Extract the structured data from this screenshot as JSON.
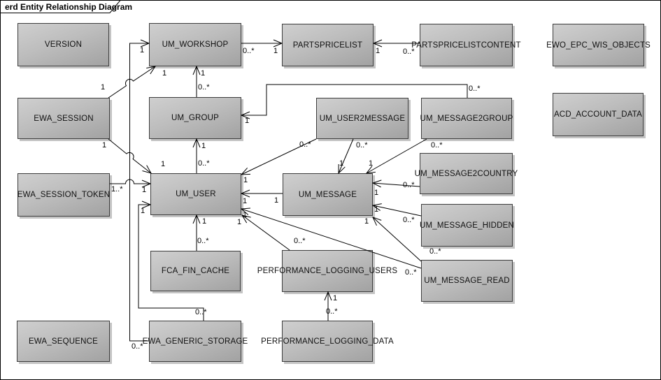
{
  "frame": {
    "title": "erd Entity Relationship Diagram"
  },
  "colors": {
    "background": "#ffffff",
    "entity_fill_light": "#cfcfcf",
    "entity_fill_dark": "#a2a2a2",
    "entity_border": "#3d3d3d",
    "entity_shadow": "#c4c4c4",
    "connector": "#000000",
    "text": "#101010"
  },
  "entities": [
    {
      "id": "version",
      "label": "VERSION"
    },
    {
      "id": "um_workshop",
      "label": "UM_WORKSHOP"
    },
    {
      "id": "partspricelist",
      "label": "PARTSPRICELIST"
    },
    {
      "id": "partspricelistcontent",
      "label": "PARTSPRICELISTCONTENT"
    },
    {
      "id": "ewo_epc_wis_objects",
      "label": "EWO_EPC_WIS_OBJECTS"
    },
    {
      "id": "ewa_session",
      "label": "EWA_SESSION"
    },
    {
      "id": "um_group",
      "label": "UM_GROUP"
    },
    {
      "id": "um_user2message",
      "label": "UM_USER2MESSAGE"
    },
    {
      "id": "um_message2group",
      "label": "UM_MESSAGE2GROUP"
    },
    {
      "id": "acd_account_data",
      "label": "ACD_ACCOUNT_DATA"
    },
    {
      "id": "ewa_session_token",
      "label": "EWA_SESSION_TOKEN"
    },
    {
      "id": "um_user",
      "label": "UM_USER"
    },
    {
      "id": "um_message",
      "label": "UM_MESSAGE"
    },
    {
      "id": "um_message2country",
      "label": "UM_MESSAGE2COUNTRY"
    },
    {
      "id": "um_message_hidden",
      "label": "UM_MESSAGE_HIDDEN"
    },
    {
      "id": "um_message_read",
      "label": "UM_MESSAGE_READ"
    },
    {
      "id": "fca_fin_cache",
      "label": "FCA_FIN_CACHE"
    },
    {
      "id": "performance_logging_users",
      "label": "PERFORMANCE_LOGGING_USERS"
    },
    {
      "id": "ewa_sequence",
      "label": "EWA_SEQUENCE"
    },
    {
      "id": "ewa_generic_storage",
      "label": "EWA_GENERIC_STORAGE"
    },
    {
      "id": "performance_logging_data",
      "label": "PERFORMANCE_LOGGING_DATA"
    }
  ],
  "connectors": [
    {
      "id": "workshop_pricelist",
      "source": "um_workshop",
      "target": "partspricelist",
      "source_mult": "0..*",
      "target_mult": "1"
    },
    {
      "id": "content_pricelist",
      "source": "partspricelistcontent",
      "target": "partspricelist",
      "source_mult": "0..*",
      "target_mult": "1"
    },
    {
      "id": "storage_workshop",
      "source": "ewa_generic_storage",
      "target": "um_workshop",
      "source_mult": "0..*",
      "target_mult": "1"
    },
    {
      "id": "session_workshop",
      "source": "ewa_session",
      "target": "um_workshop",
      "source_mult": "1",
      "target_mult": "1"
    },
    {
      "id": "group_workshop",
      "source": "um_group",
      "target": "um_workshop",
      "source_mult": "0..*",
      "target_mult": "1"
    },
    {
      "id": "m2g_group",
      "source": "um_message2group",
      "target": "um_group",
      "source_mult": "0..*",
      "target_mult": "1"
    },
    {
      "id": "session_user",
      "source": "ewa_session",
      "target": "um_user",
      "source_mult": "1",
      "target_mult": "1"
    },
    {
      "id": "user_group",
      "source": "um_user",
      "target": "um_group",
      "source_mult": "0..*",
      "target_mult": "1"
    },
    {
      "id": "u2m_user",
      "source": "um_user2message",
      "target": "um_user",
      "source_mult": "0..*",
      "target_mult": "1"
    },
    {
      "id": "u2m_message",
      "source": "um_user2message",
      "target": "um_message",
      "source_mult": "0..*",
      "target_mult": "1"
    },
    {
      "id": "m2g_message",
      "source": "um_message2group",
      "target": "um_message",
      "source_mult": "0..*",
      "target_mult": "1"
    },
    {
      "id": "token_user",
      "source": "ewa_session_token",
      "target": "um_user",
      "source_mult": "1..*",
      "target_mult": "1"
    },
    {
      "id": "message_user",
      "source": "um_message",
      "target": "um_user",
      "source_mult": "1",
      "target_mult": "1"
    },
    {
      "id": "storage_user",
      "source": "ewa_generic_storage",
      "target": "um_user",
      "source_mult": "0..*",
      "target_mult": "1"
    },
    {
      "id": "read_user",
      "source": "um_message_read",
      "target": "um_user",
      "source_mult": "0..*",
      "target_mult": "1"
    },
    {
      "id": "perfusers_user",
      "source": "performance_logging_users",
      "target": "um_user",
      "source_mult": "0..*",
      "target_mult": "1"
    },
    {
      "id": "cache_user",
      "source": "fca_fin_cache",
      "target": "um_user",
      "source_mult": "0..*",
      "target_mult": "1"
    },
    {
      "id": "read_message",
      "source": "um_message_read",
      "target": "um_message",
      "source_mult": "0..*",
      "target_mult": "1"
    },
    {
      "id": "country_message",
      "source": "um_message2country",
      "target": "um_message",
      "source_mult": "0..*",
      "target_mult": "1"
    },
    {
      "id": "hidden_message",
      "source": "um_message_hidden",
      "target": "um_message",
      "source_mult": "0..*",
      "target_mult": "1"
    },
    {
      "id": "data_users",
      "source": "performance_logging_data",
      "target": "performance_logging_users",
      "source_mult": "0..*",
      "target_mult": "1"
    }
  ]
}
